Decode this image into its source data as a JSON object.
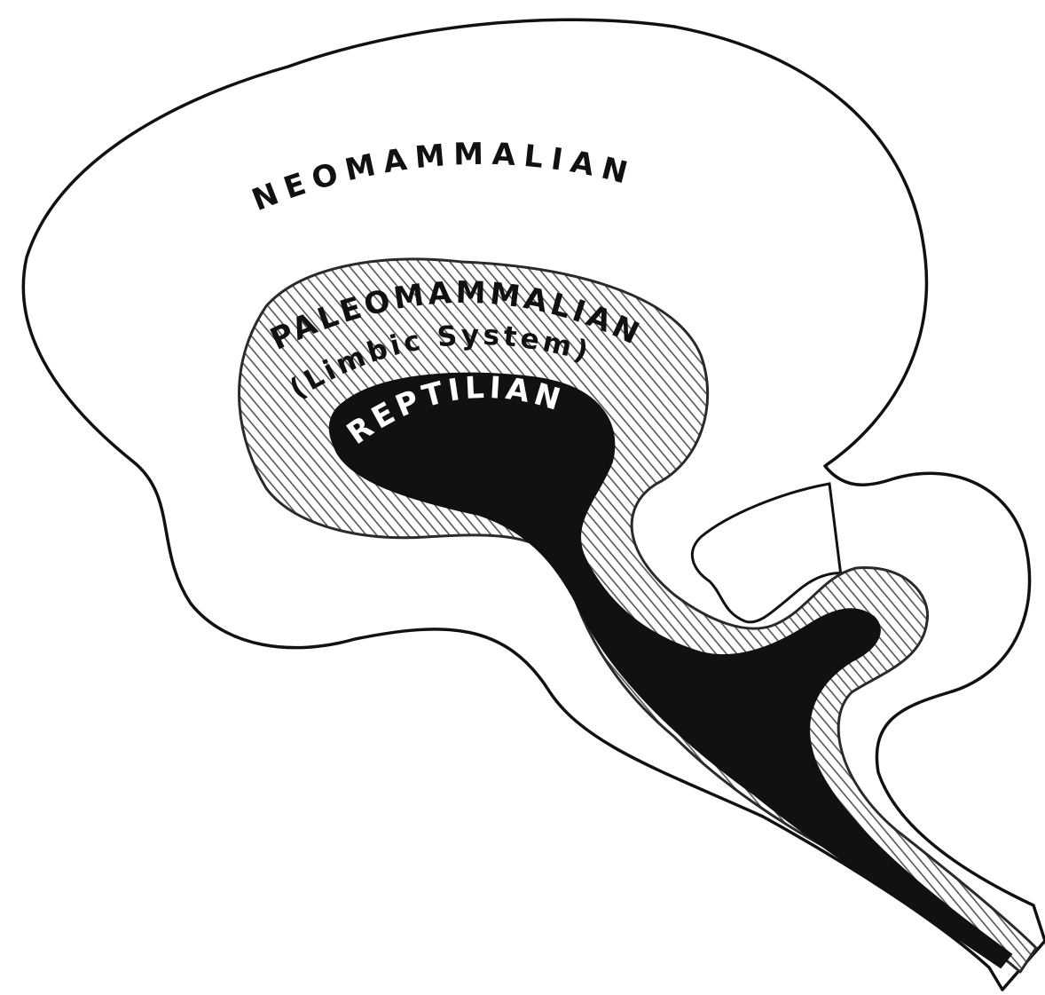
{
  "diagram": {
    "regions": [
      {
        "id": "neomammalian",
        "label": "NEOMAMMALIAN",
        "fill": "#ffffff",
        "stroke": "#111111",
        "pattern": "none"
      },
      {
        "id": "paleomammalian",
        "label": "PALEOMAMMALIAN",
        "sublabel": "(Limbic System)",
        "fill": "#ffffff",
        "stroke": "#2a2a2a",
        "pattern": "diagonal-hatch",
        "hatch_color": "#555555"
      },
      {
        "id": "reptilian",
        "label": "REPTILIAN",
        "fill": "#111111",
        "label_color": "#ffffff",
        "pattern": "solid"
      }
    ]
  }
}
